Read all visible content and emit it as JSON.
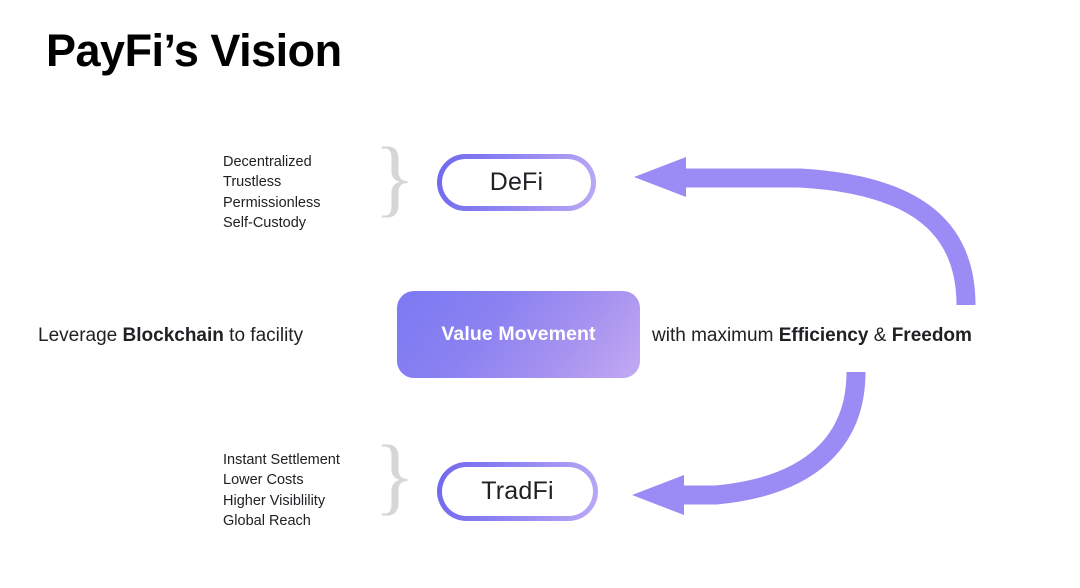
{
  "slide": {
    "title": "PayFi’s Vision",
    "background": "#ffffff"
  },
  "colors": {
    "accent_purple": "#8b82f1",
    "arrow_purple": "#9a8cf4",
    "pill_border_start": "#6f68ee",
    "pill_border_end": "#bba8f5",
    "value_box_start": "#7b79f2",
    "value_box_end": "#c3aaf2",
    "brace_gray": "#d6d6d6",
    "text_dark": "#202124"
  },
  "defi": {
    "label": "DeFi",
    "brace": "}",
    "features": [
      "Decentralized",
      "Trustless",
      "Permissionless",
      "Self-Custody"
    ]
  },
  "tradfi": {
    "label": "TradFi",
    "brace": "}",
    "features": [
      "Instant Settlement",
      "Lower Costs",
      "Higher Visiblility",
      "Global Reach"
    ]
  },
  "center": {
    "label": "Value Movement"
  },
  "sentence_left": {
    "lead": "Leverage ",
    "bold": "Blockchain",
    "tail": " to facility"
  },
  "sentence_right": {
    "lead": "with maximum ",
    "bold1": "Efficiency",
    "mid": " & ",
    "bold2": "Freedom"
  },
  "arrows": {
    "top": {
      "name": "arrow-to-defi",
      "direction": "right-to-left-curving-up",
      "color": "#9a8cf4"
    },
    "bottom": {
      "name": "arrow-to-tradfi",
      "direction": "top-to-bottom-left-curving-down",
      "color": "#9a8cf4"
    }
  }
}
